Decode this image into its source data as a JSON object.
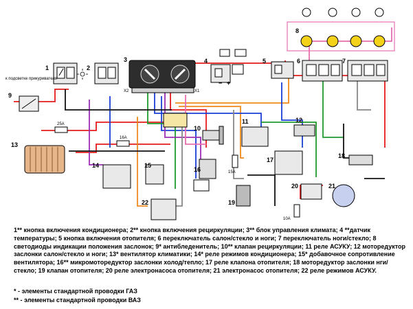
{
  "diagram": {
    "component_numbers": [
      "1",
      "2",
      "3",
      "4",
      "5",
      "6",
      "7",
      "8",
      "9",
      "10",
      "11",
      "12",
      "13",
      "14",
      "15",
      "16",
      "17",
      "18",
      "19",
      "20",
      "21",
      "22"
    ],
    "wire_labels": {
      "backlight_note": "к подсветке прикуривателя",
      "connector_x2": "X2",
      "connector_x1": "X1",
      "fuse_25a": "25A",
      "fuse_16a": "16A",
      "fuse_15a": "15A",
      "fuse_10a": "10A",
      "minus": "−",
      "plus": "+"
    }
  },
  "legend": {
    "text": "1** кнопка включения кондиционера; 2** кнопка включения рециркуляции; 3** блок управления климата; 4 **датчик температуры; 5 кнопка включения отопителя; 6 переключатель салон/стекло и ноги; 7 переключатель ноги/стекло; 8 светодиоды индикации положения заслонок; 9* антибледенитель; 10** клапан рециркуляции; 11 реле АСУКУ; 12 моторедуктор заслонки салон/стекло и ноги; 13* вентилятор климатики; 14* реле режимов кондиционера; 15* добавочное сопротивление вентилятора; 16** микромоторедуктор заслонки холод/тепло; 17 реле клапона отопителя; 18 моторедуктор заслонки нги/стекло; 19 клапан отопителя; 20 реле электронасоса отопителя; 21 электронасос отопителя; 22 реле режимов АСУКУ.",
    "note_gaz": "* - элементы стандартной проводки ГАЗ",
    "note_vaz": "** - элементы стандартной проводки ВАЗ"
  },
  "colors": {
    "red": "#e41c1c",
    "orange": "#f08a1c",
    "blue": "#1a3fd6",
    "green": "#1e9a2e",
    "purple": "#9b2fb4",
    "pink": "#e86fb0",
    "gray": "#888888",
    "black": "#111111",
    "led_yellow": "#f4d21a",
    "panel_dark": "#2d2d2d"
  }
}
